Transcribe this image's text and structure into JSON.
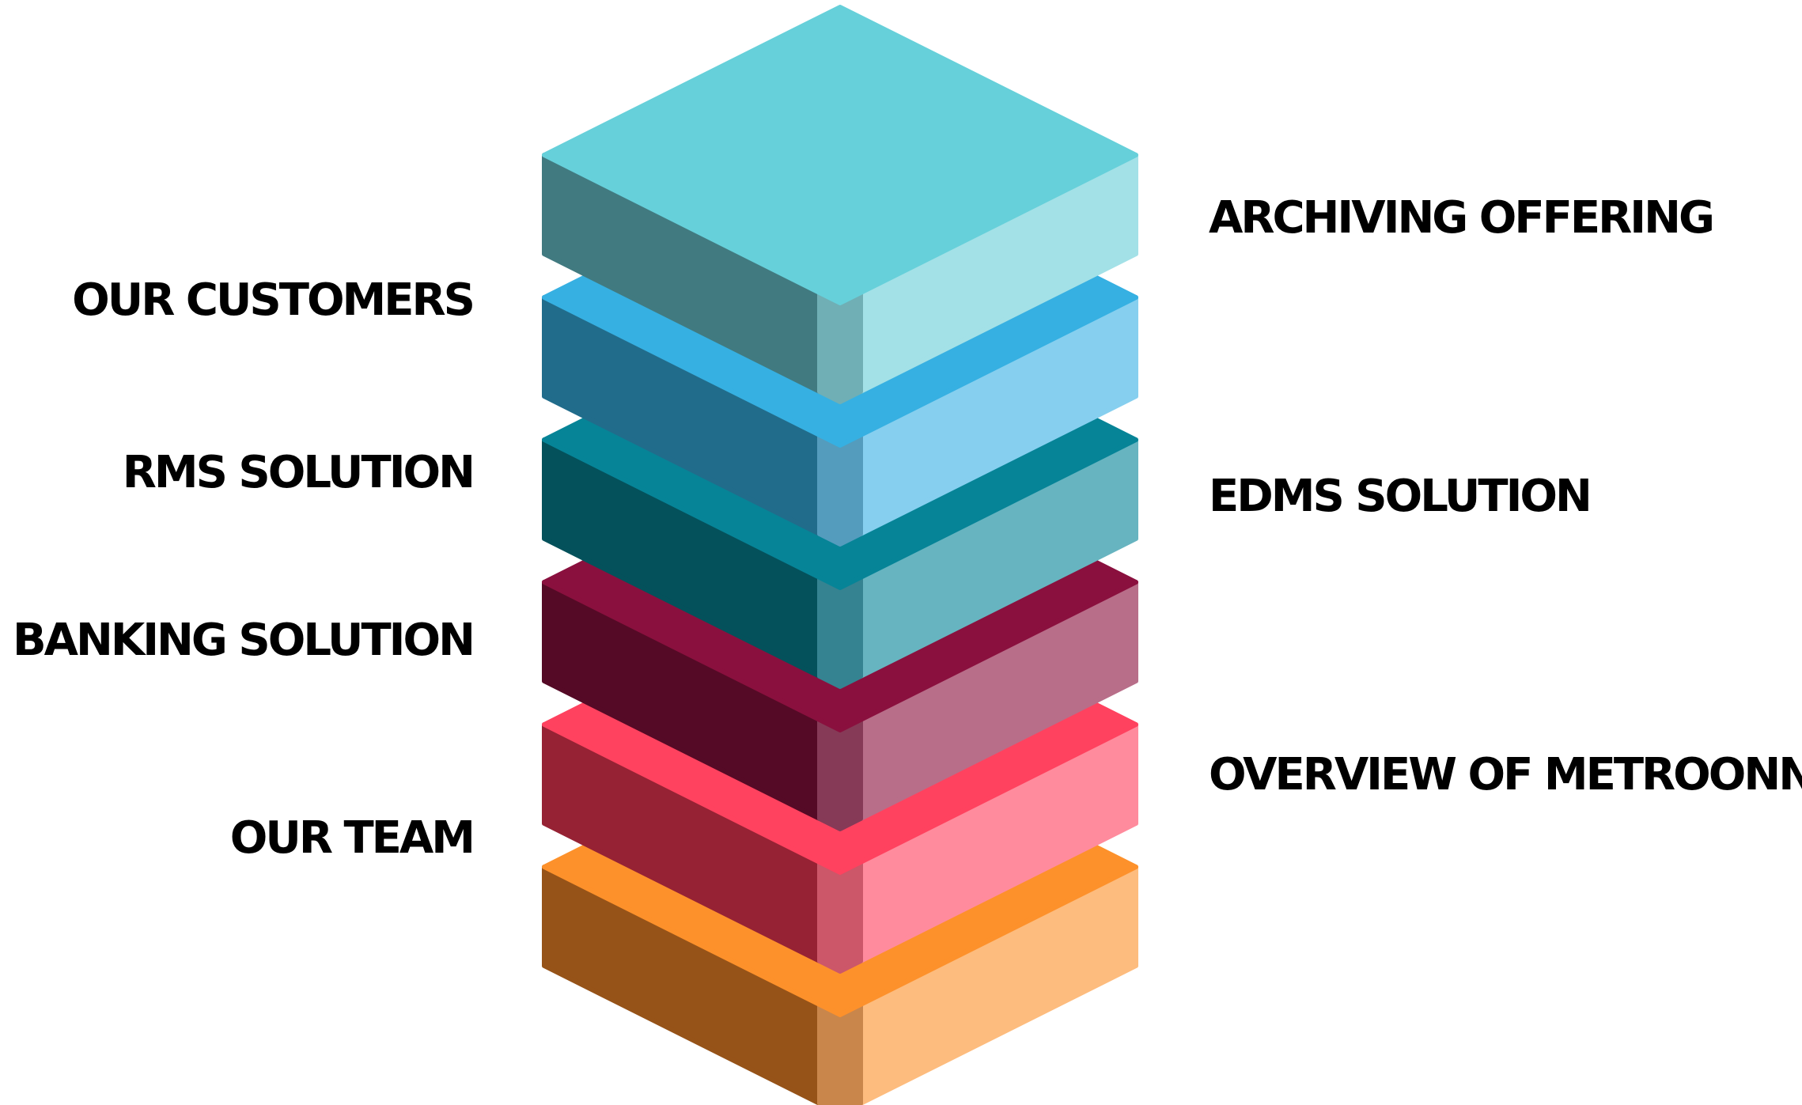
{
  "left_labels": [
    "OUR CUSTOMERS",
    "RMS SOLUTION",
    "BANKING SOLUTION",
    "OUR TEAM"
  ],
  "right_labels": [
    "ARCHIVING OFFERING",
    "EDMS SOLUTION",
    "OVERVIEW OF METROONN"
  ],
  "layers": [
    {
      "name": "top-layer",
      "top": "#66d0da",
      "left": "#417a80",
      "right": "#a3e1e7",
      "edge": "#70afb5"
    },
    {
      "name": "layer-2",
      "top": "#36b0e2",
      "left": "#216c8b",
      "right": "#86cfef",
      "edge": "#549cbd"
    },
    {
      "name": "layer-3",
      "top": "#068497",
      "left": "#04515b",
      "right": "#67b4c0",
      "edge": "#358391"
    },
    {
      "name": "layer-4",
      "top": "#8a103e",
      "left": "#550a26",
      "right": "#b86e89",
      "edge": "#863a57"
    },
    {
      "name": "layer-5",
      "top": "#ff425f",
      "left": "#962234",
      "right": "#ff8b9d",
      "edge": "#cc5769"
    },
    {
      "name": "bottom-layer",
      "top": "#fd912b",
      "left": "#965318",
      "right": "#fdbc7e",
      "edge": "#c9864b"
    }
  ]
}
